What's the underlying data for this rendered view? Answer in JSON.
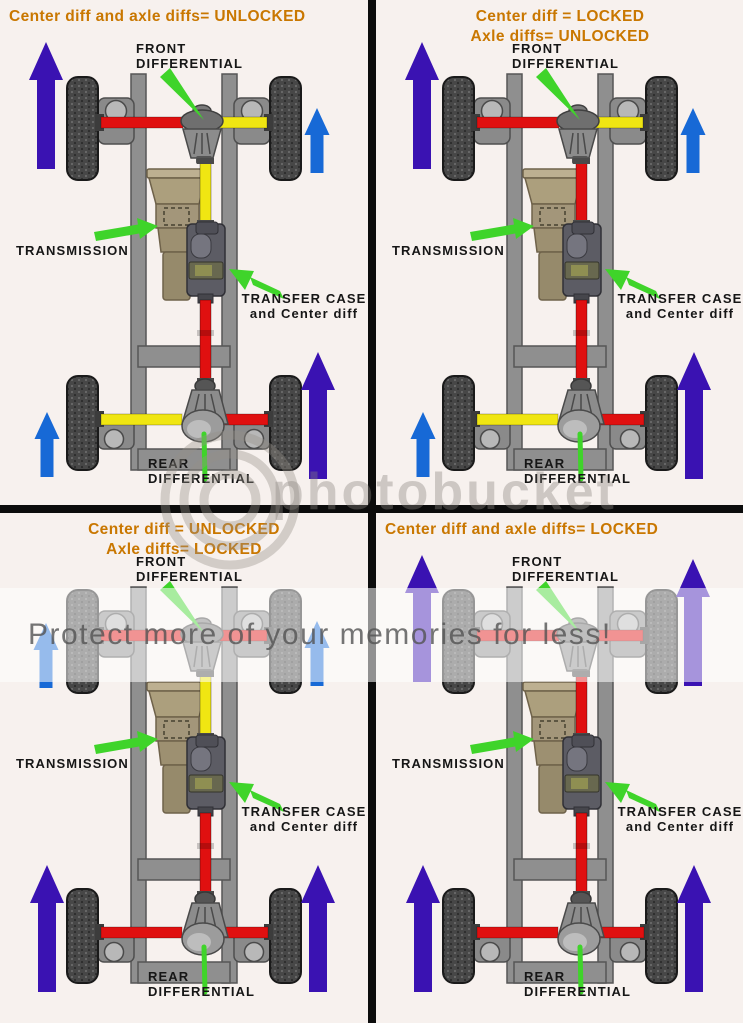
{
  "colors": {
    "background": "#f7f1ee",
    "title_orange": "#c97700",
    "arrow_large_purple": "#3a12b2",
    "arrow_small_blue": "#1769d6",
    "shaft_red": "#e01010",
    "shaft_yellow": "#f0e612",
    "pointer_green": "#3fd42a",
    "divider_black": "#0c0c0c"
  },
  "labels": {
    "front_differential": [
      "FRONT",
      "DIFFERENTIAL"
    ],
    "transmission": "TRANSMISSION",
    "transfer_case": [
      "TRANSFER CASE",
      "and Center diff"
    ],
    "rear_differential": [
      "REAR",
      "DIFFERENTIAL"
    ]
  },
  "watermark": {
    "brand": "photobucket",
    "tagline": "Protect more of your memories for less!"
  },
  "quadrants": [
    {
      "id": "center-and-axle-diffs-unlocked",
      "title_lines": [
        "Center diff and axle diffs= UNLOCKED"
      ],
      "title_align": "left",
      "shafts": {
        "front_left_axle": "red",
        "front_right_axle": "yellow",
        "rear_left_axle": "yellow",
        "rear_right_axle": "red",
        "front_driveshaft": "yellow",
        "rear_driveshaft": "red"
      },
      "wheel_arrows": {
        "front_left": "large-purple",
        "front_right": "small-blue",
        "rear_left": "small-blue",
        "rear_right": "large-purple"
      }
    },
    {
      "id": "center-locked-axle-diffs-unlocked",
      "title_lines": [
        "Center diff = LOCKED",
        "Axle diffs= UNLOCKED"
      ],
      "title_align": "center",
      "shafts": {
        "front_left_axle": "red",
        "front_right_axle": "yellow",
        "rear_left_axle": "yellow",
        "rear_right_axle": "red",
        "front_driveshaft": "red",
        "rear_driveshaft": "red"
      },
      "wheel_arrows": {
        "front_left": "large-purple",
        "front_right": "small-blue",
        "rear_left": "small-blue",
        "rear_right": "large-purple"
      }
    },
    {
      "id": "center-unlocked-axle-diffs-locked",
      "title_lines": [
        "Center diff = UNLOCKED",
        "Axle diffs= LOCKED"
      ],
      "title_align": "center",
      "shafts": {
        "front_left_axle": "red",
        "front_right_axle": "red",
        "rear_left_axle": "red",
        "rear_right_axle": "red",
        "front_driveshaft": "yellow",
        "rear_driveshaft": "red"
      },
      "wheel_arrows": {
        "front_left": "small-blue",
        "front_right": "small-blue",
        "rear_left": "large-purple",
        "rear_right": "large-purple"
      }
    },
    {
      "id": "center-and-axle-diffs-locked",
      "title_lines": [
        "Center diff and axle diffs= LOCKED"
      ],
      "title_align": "left",
      "shafts": {
        "front_left_axle": "red",
        "front_right_axle": "red",
        "rear_left_axle": "red",
        "rear_right_axle": "red",
        "front_driveshaft": "red",
        "rear_driveshaft": "red"
      },
      "wheel_arrows": {
        "front_left": "large-purple",
        "front_right": "large-purple",
        "rear_left": "large-purple",
        "rear_right": "large-purple"
      }
    }
  ]
}
